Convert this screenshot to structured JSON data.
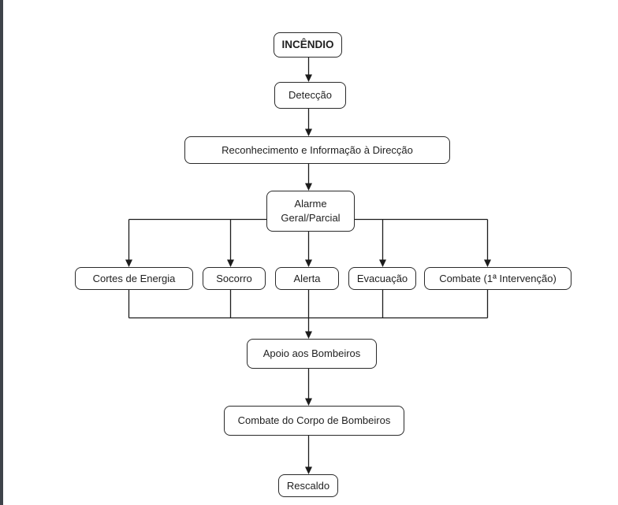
{
  "colors": {
    "background": "#ffffff",
    "left_bar": "#3e434a",
    "line": "#1c1c1c",
    "node_border": "#2a2a2a",
    "node_fill": "#ffffff"
  },
  "diagram": {
    "kind": "flowchart",
    "nodes": [
      {
        "id": "incendio",
        "label": "INCÊNDIO"
      },
      {
        "id": "deteccao",
        "label": "Detecção"
      },
      {
        "id": "reconhecimento",
        "label": "Reconhecimento e Informação à Direcção"
      },
      {
        "id": "alarme",
        "label1": "Alarme",
        "label2": "Geral/Parcial"
      },
      {
        "id": "cortes-de-energia",
        "label": "Cortes de Energia"
      },
      {
        "id": "socorro",
        "label": "Socorro"
      },
      {
        "id": "alerta",
        "label": "Alerta"
      },
      {
        "id": "evacuacao",
        "label": "Evacuação"
      },
      {
        "id": "combate-1a-intervencao",
        "label": "Combate (1ª Intervenção)"
      },
      {
        "id": "apoio-aos-bombeiros",
        "label": "Apoio aos Bombeiros"
      },
      {
        "id": "combate-corpo-de-bombeiros",
        "label": "Combate do Corpo de Bombeiros"
      },
      {
        "id": "rescaldo",
        "label": "Rescaldo"
      }
    ],
    "edges": [
      {
        "from": "incendio",
        "to": "deteccao"
      },
      {
        "from": "deteccao",
        "to": "reconhecimento"
      },
      {
        "from": "reconhecimento",
        "to": "alarme"
      },
      {
        "from": "alarme",
        "to": "cortes-de-energia"
      },
      {
        "from": "alarme",
        "to": "socorro"
      },
      {
        "from": "alarme",
        "to": "alerta"
      },
      {
        "from": "alarme",
        "to": "evacuacao"
      },
      {
        "from": "alarme",
        "to": "combate-1a-intervencao"
      },
      {
        "from": "cortes-de-energia",
        "to": "apoio-aos-bombeiros"
      },
      {
        "from": "socorro",
        "to": "apoio-aos-bombeiros"
      },
      {
        "from": "alerta",
        "to": "apoio-aos-bombeiros"
      },
      {
        "from": "evacuacao",
        "to": "apoio-aos-bombeiros"
      },
      {
        "from": "combate-1a-intervencao",
        "to": "apoio-aos-bombeiros"
      },
      {
        "from": "apoio-aos-bombeiros",
        "to": "combate-corpo-de-bombeiros"
      },
      {
        "from": "combate-corpo-de-bombeiros",
        "to": "rescaldo"
      }
    ]
  }
}
